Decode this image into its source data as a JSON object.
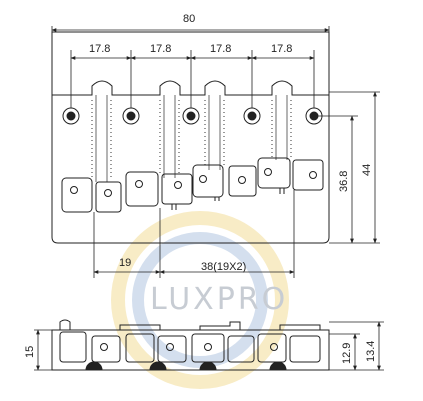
{
  "dimensions": {
    "overall_width": "80",
    "string_spacing": [
      "17.8",
      "17.8",
      "17.8",
      "17.8"
    ],
    "mount_hole_height": "36.8",
    "base_height": "44",
    "first_saddle_offset": "19",
    "saddle_span": "38(19X2)",
    "side_profile_height": "15",
    "side_saddle_height": "12.9",
    "side_max_height": "13.4"
  },
  "watermark": {
    "text": "LUXPRO"
  },
  "colors": {
    "line": "#222222",
    "watermark_blue": "#c9d7ea",
    "watermark_yellow": "#f6e7b8"
  }
}
